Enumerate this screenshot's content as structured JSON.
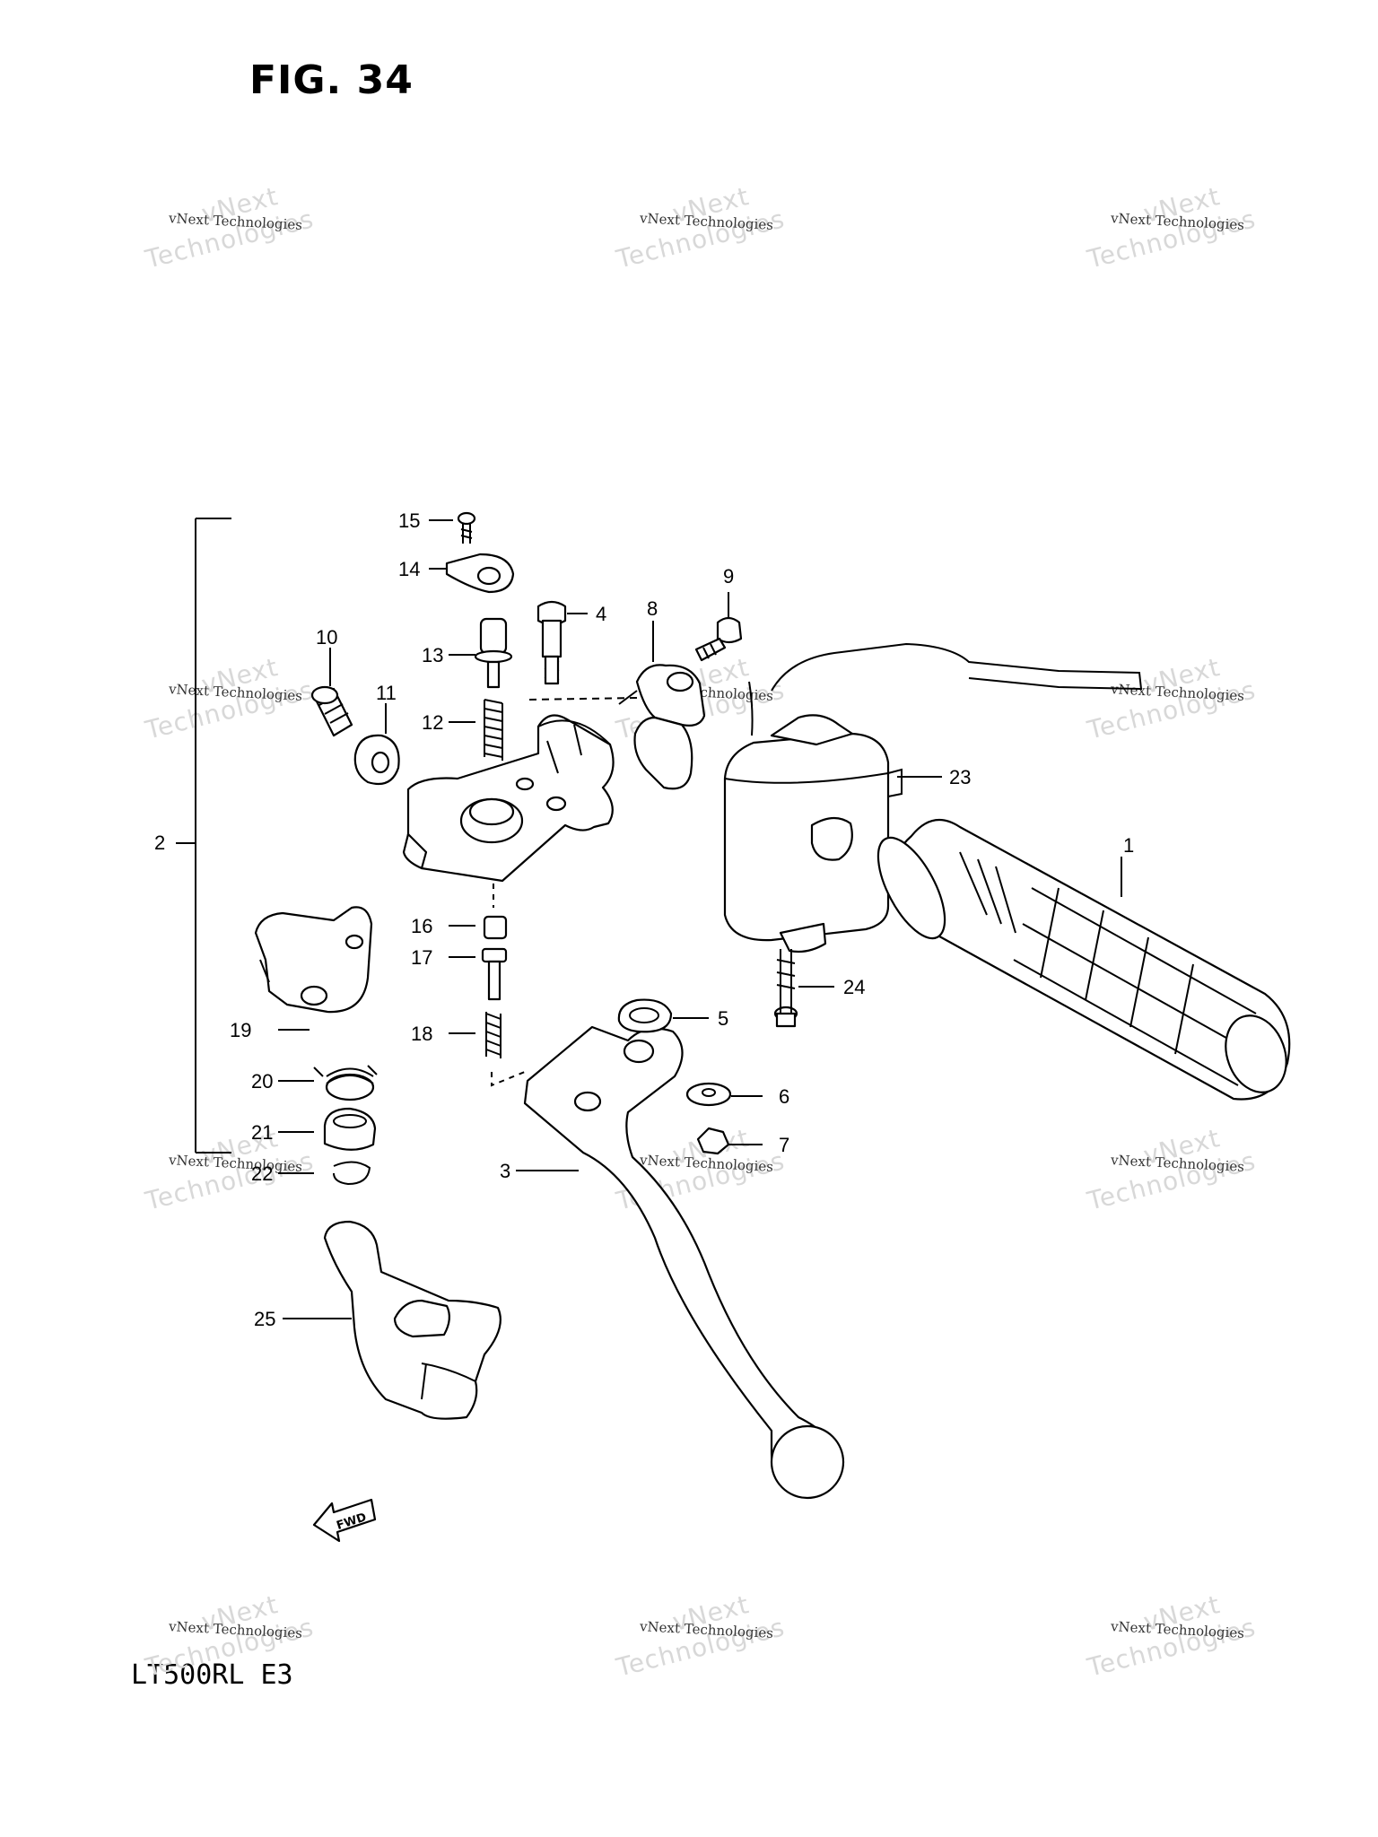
{
  "figure_title": "FIG. 34",
  "model_code": "LT500RL  E3",
  "fwd_label": "FWD",
  "watermark": {
    "line1": "vNext",
    "line2": "Technologies",
    "small": "vNext Technologies"
  },
  "callouts": [
    "1",
    "2",
    "3",
    "4",
    "5",
    "6",
    "7",
    "8",
    "9",
    "10",
    "11",
    "12",
    "13",
    "14",
    "15",
    "16",
    "17",
    "18",
    "19",
    "20",
    "21",
    "22",
    "23",
    "24",
    "25"
  ]
}
